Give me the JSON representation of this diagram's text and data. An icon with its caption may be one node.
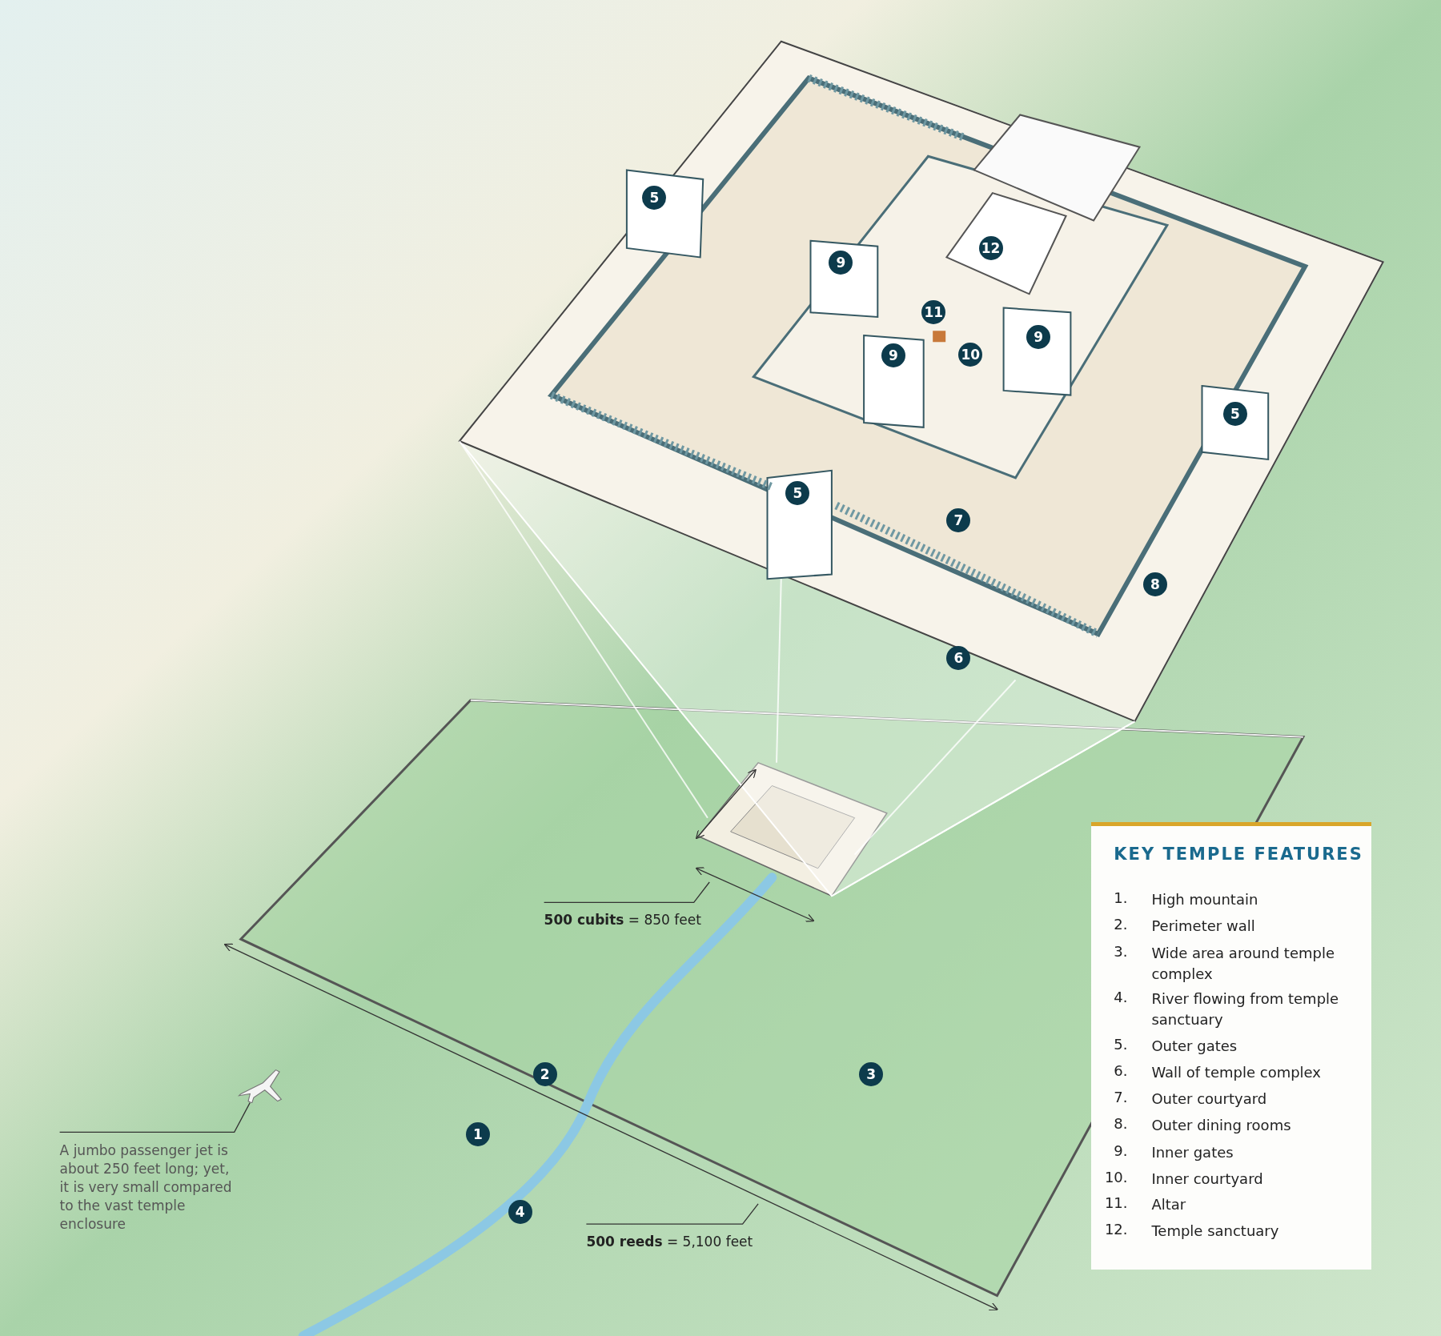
{
  "diagram": {
    "nodes": [
      {
        "text": [
          "A jumbo passenger jet is about 250 feet long; yet, it is very small compared to the vast temple enclosure"
        ]
      },
      {
        "text": [],
        "shape": "picture"
      },
      {
        "text": [
          "**500 cubits** = 850 feet"
        ]
      },
      {
        "text": [
          "**500 reeds** = 5,100 feet"
        ]
      }
    ],
    "edges": [
      {
        "from": 0,
        "to": 1,
        "arrow": "none"
      },
      {
        "from": 2,
        "to": null,
        "arrow": "none"
      },
      {
        "from": 3,
        "to": null,
        "arrow": "none"
      }
    ],
    "labels": [
      "5",
      "12",
      "9",
      "11",
      "9",
      "9",
      "10",
      "5",
      "5",
      "7",
      "8",
      "6",
      "2",
      "3",
      "1",
      "4",
      "KEY TEMPLE FEATURES",
      "1.",
      "High mountain",
      "2.",
      "Perimeter wall",
      "3.",
      "Wide area around temple complex",
      "4.",
      "River flowing from temple sanctuary",
      "5.",
      "Outer gates",
      "6.",
      "Wall of temple complex",
      "7.",
      "Outer courtyard",
      "8.",
      "Outer dining rooms",
      "9.",
      "Inner gates",
      "10.",
      "Inner courtyard",
      "11.",
      "Altar",
      "12.",
      "Temple sanctuary"
    ]
  }
}
